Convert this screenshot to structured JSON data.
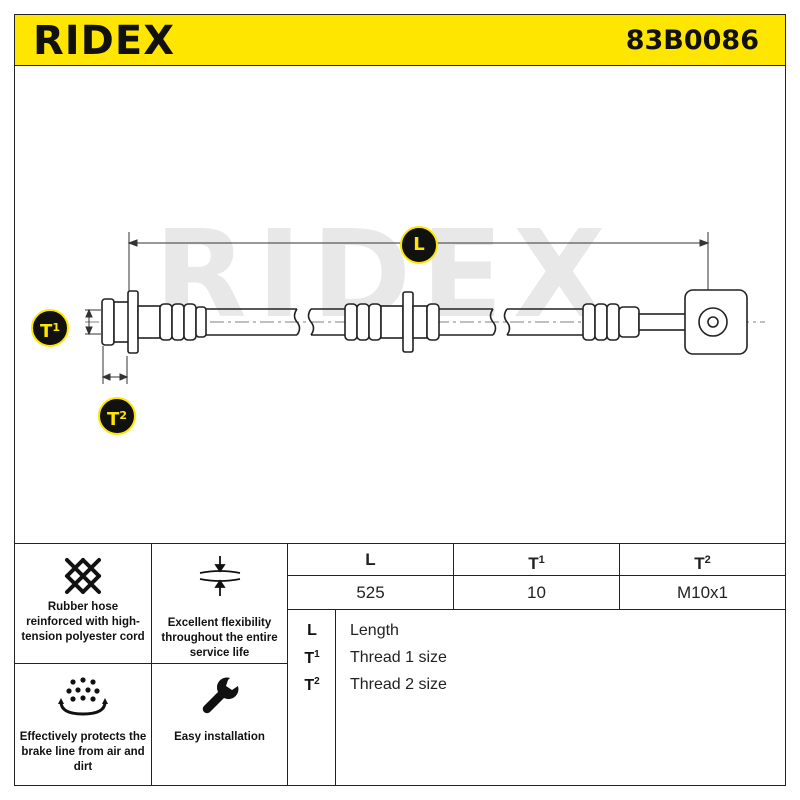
{
  "header": {
    "brand": "RIDEX",
    "part_number": "83B0086"
  },
  "drawing": {
    "watermark": "RIDEX",
    "dimension_labels": {
      "L": "L",
      "T1_letter": "T",
      "T1_index": "1",
      "T2_letter": "T",
      "T2_index": "2"
    }
  },
  "features": [
    {
      "icon": "mesh-icon",
      "label": "Rubber hose reinforced with high-tension polyester cord"
    },
    {
      "icon": "flexibility-icon",
      "label": "Excellent flexibility throughout the entire service life"
    },
    {
      "icon": "shield-dots-icon",
      "label": "Effectively protects the brake line from air and dirt"
    },
    {
      "icon": "wrench-icon",
      "label": "Easy installation"
    }
  ],
  "specs": {
    "headers": [
      {
        "letter": "L",
        "index": ""
      },
      {
        "letter": "T",
        "index": "1"
      },
      {
        "letter": "T",
        "index": "2"
      }
    ],
    "values": [
      "525",
      "10",
      "M10x1"
    ]
  },
  "legend": [
    {
      "letter": "L",
      "index": "",
      "desc": "Length"
    },
    {
      "letter": "T",
      "index": "1",
      "desc": "Thread 1 size"
    },
    {
      "letter": "T",
      "index": "2",
      "desc": "Thread 2 size"
    }
  ],
  "colors": {
    "accent": "#ffe600",
    "ink": "#111111",
    "watermark": "#e6e6e6"
  }
}
